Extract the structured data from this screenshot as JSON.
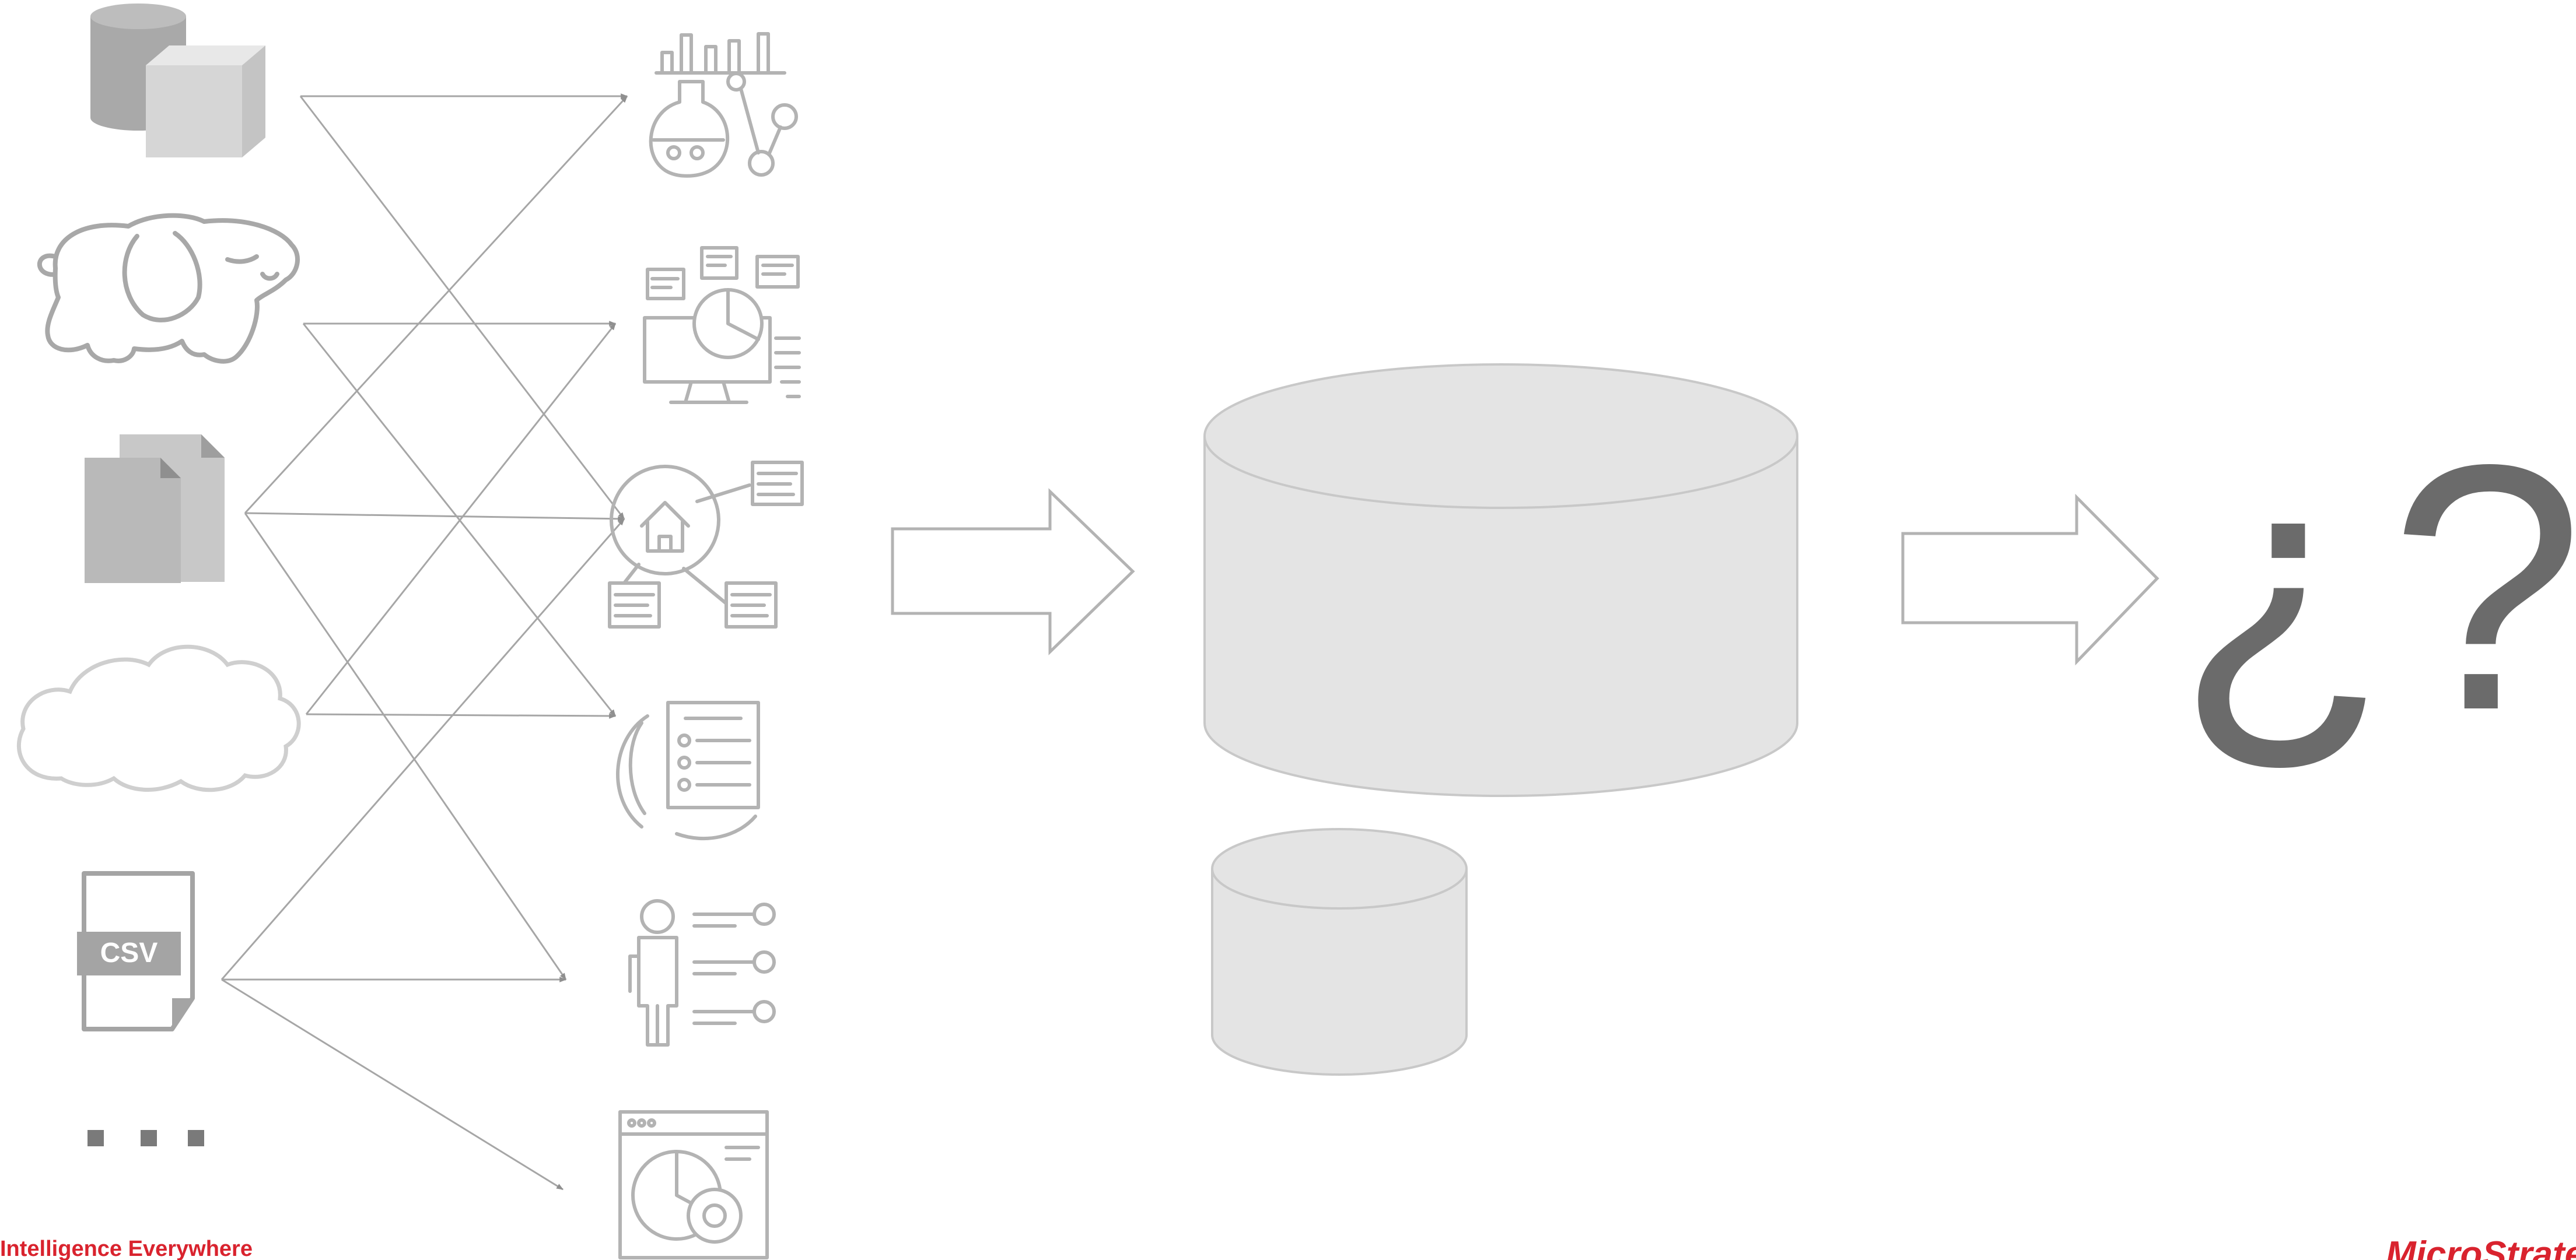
{
  "sources": [
    {
      "id": "database",
      "icon": "database-cube-icon"
    },
    {
      "id": "hadoop",
      "icon": "hadoop-elephant-icon"
    },
    {
      "id": "files",
      "icon": "documents-icon"
    },
    {
      "id": "cloud",
      "icon": "cloud-icon"
    },
    {
      "id": "csv",
      "icon": "csv-file-icon",
      "label": "CSV"
    },
    {
      "id": "more",
      "icon": "ellipsis-icon"
    }
  ],
  "targets": [
    {
      "id": "lab",
      "icon": "data-science-lab-icon"
    },
    {
      "id": "analytics",
      "icon": "analytics-workstation-icon"
    },
    {
      "id": "network",
      "icon": "home-network-icon"
    },
    {
      "id": "report",
      "icon": "report-list-icon"
    },
    {
      "id": "people",
      "icon": "person-options-icon"
    },
    {
      "id": "settings",
      "icon": "app-settings-icon"
    }
  ],
  "links": [
    [
      "database",
      "lab"
    ],
    [
      "database",
      "network"
    ],
    [
      "hadoop",
      "analytics"
    ],
    [
      "hadoop",
      "report"
    ],
    [
      "files",
      "lab"
    ],
    [
      "files",
      "network"
    ],
    [
      "files",
      "people"
    ],
    [
      "cloud",
      "analytics"
    ],
    [
      "cloud",
      "report"
    ],
    [
      "csv",
      "network"
    ],
    [
      "csv",
      "people"
    ],
    [
      "csv",
      "settings"
    ]
  ],
  "center": {
    "icon": "data-warehouse-cylinder-icon",
    "secondary_icon": "small-database-cylinder-icon"
  },
  "result": {
    "text": "¿?"
  },
  "footer": {
    "tagline": "Intelligence Everywhere",
    "logo": "MicroStrategy"
  },
  "colors": {
    "line": "#a6a6a6",
    "icon": "#b3b3b3",
    "cylinder_fill": "#e4e4e4",
    "cylinder_stroke": "#c8c8c8",
    "question": "#6b6b6b",
    "brand": "#d9232e"
  }
}
